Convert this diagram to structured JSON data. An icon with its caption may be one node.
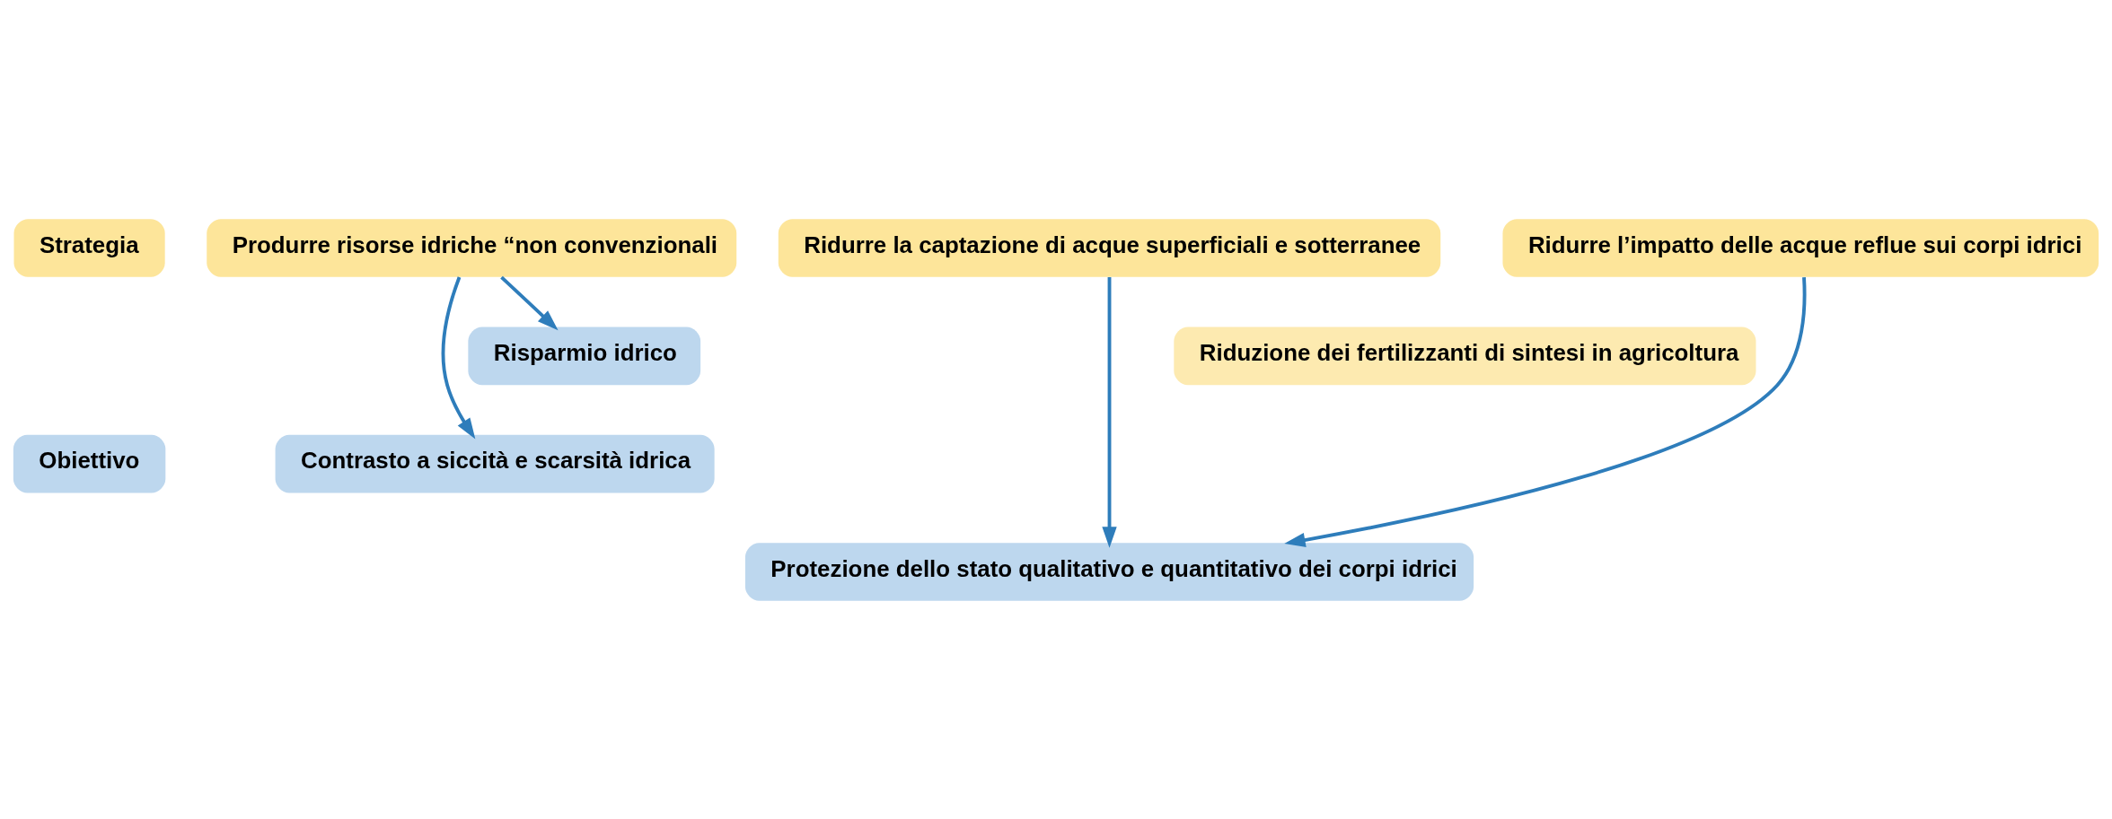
{
  "diagram": {
    "nodes": [
      {
        "text": [
          "Strategia"
        ]
      },
      {
        "text": [
          "Obiettivo"
        ]
      },
      {
        "text": [
          "Produrre risorse idriche “non convenzionali"
        ]
      },
      {
        "text": [
          "Ridurre la captazione di acque superficiali e sotterranee"
        ]
      },
      {
        "text": [
          "Ridurre l’impatto delle acque reflue sui corpi idrici"
        ]
      },
      {
        "text": [
          "Riduzione dei fertilizzanti di sintesi in agricoltura"
        ]
      },
      {
        "text": [
          "Risparmio idrico"
        ]
      },
      {
        "text": [
          "Contrasto a siccità e scarsità idrica"
        ]
      },
      {
        "text": [
          "Protezione dello stato qualitativo e quantitativo dei corpi idrici"
        ]
      }
    ],
    "edges": [
      {
        "from": 2,
        "to": 6,
        "arrow": "to"
      },
      {
        "from": 2,
        "to": 7,
        "arrow": "to"
      },
      {
        "from": 3,
        "to": 8,
        "arrow": "to"
      },
      {
        "from": 4,
        "to": 8,
        "arrow": "to"
      }
    ]
  }
}
